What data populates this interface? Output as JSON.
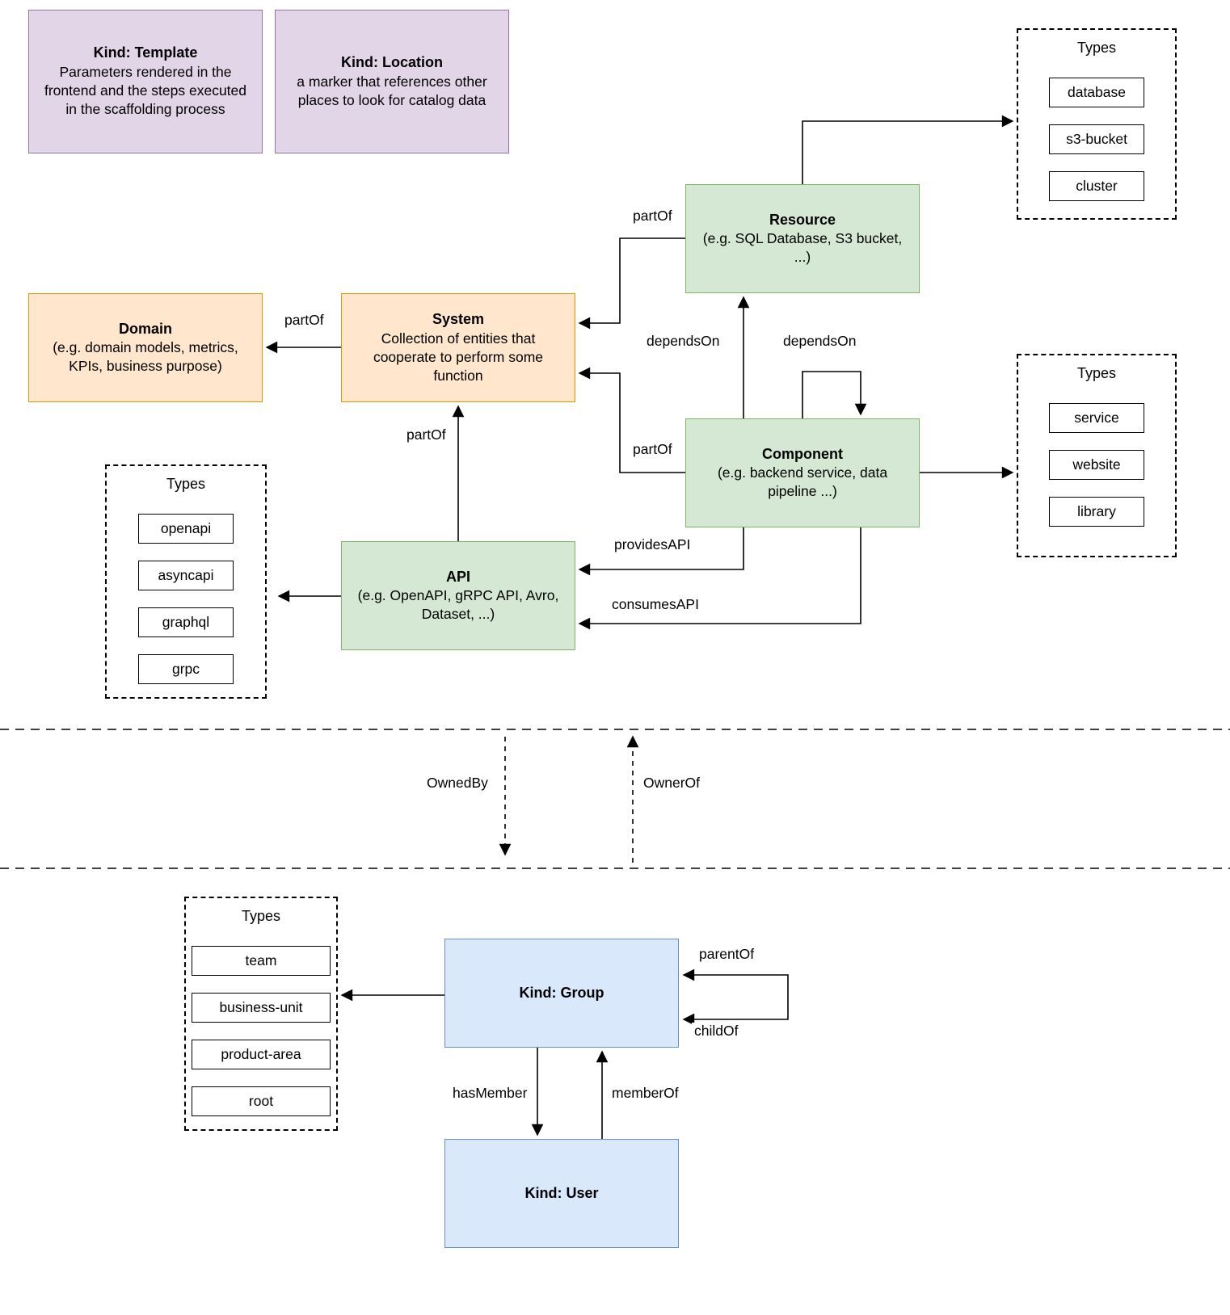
{
  "nodes": {
    "template": {
      "title": "Kind: Template",
      "desc": "Parameters rendered in the frontend and the steps executed in  the scaffolding process"
    },
    "location": {
      "title": "Kind: Location",
      "desc": "a marker that references other places to look for catalog data"
    },
    "resource": {
      "title": "Resource",
      "desc": "(e.g. SQL Database, S3 bucket, ...)"
    },
    "domain": {
      "title": "Domain",
      "desc": "(e.g.  domain models, metrics, KPIs, business purpose)"
    },
    "system": {
      "title": "System",
      "desc": "Collection of entities that cooperate to perform some function"
    },
    "component": {
      "title": "Component",
      "desc": "(e.g. backend service, data pipeline ...)"
    },
    "api": {
      "title": "API",
      "desc": "(e.g. OpenAPI, gRPC API, Avro, Dataset, ...)"
    },
    "group": {
      "title": "Kind: Group"
    },
    "user": {
      "title": "Kind: User"
    }
  },
  "type_boxes": {
    "resource_types": {
      "title": "Types",
      "items": [
        "database",
        "s3-bucket",
        "cluster"
      ]
    },
    "component_types": {
      "title": "Types",
      "items": [
        "service",
        "website",
        "library"
      ]
    },
    "api_types": {
      "title": "Types",
      "items": [
        "openapi",
        "asyncapi",
        "graphql",
        "grpc"
      ]
    },
    "group_types": {
      "title": "Types",
      "items": [
        "team",
        "business-unit",
        "product-area",
        "root"
      ]
    }
  },
  "labels": {
    "partOf": "partOf",
    "dependsOn": "dependsOn",
    "providesAPI": "providesAPI",
    "consumesAPI": "consumesAPI",
    "ownedBy": "OwnedBy",
    "ownerOf": "OwnerOf",
    "parentOf": "parentOf",
    "childOf": "childOf",
    "hasMember": "hasMember",
    "memberOf": "memberOf"
  },
  "colors": {
    "purple_fill": "#E1D5E7",
    "purple_border": "#9673A6",
    "green_fill": "#D5E8D4",
    "green_border": "#82B366",
    "orange_fill": "#FFE6CC",
    "orange_border": "#D79B00",
    "blue_fill": "#DAE8FC",
    "blue_border": "#6C8EBF",
    "line": "#000000"
  }
}
